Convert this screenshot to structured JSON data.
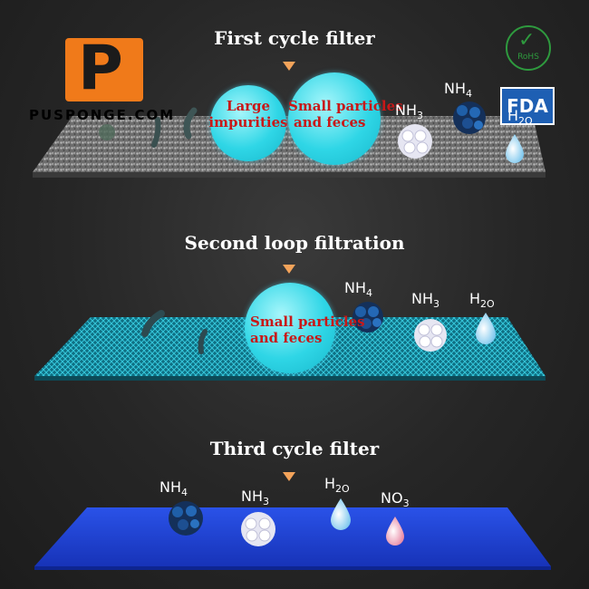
{
  "brand": {
    "logo_letter": "P",
    "watermark": "PUSPONGE.COM",
    "accent_color": "#f07a1a"
  },
  "badges": {
    "rohs": "RoHS",
    "fda": "FDA"
  },
  "stages": [
    {
      "title": "First cycle filter",
      "bubbles": [
        {
          "line1": "Large",
          "line2": "impurities"
        },
        {
          "line1": "Small particles",
          "line2": "and feces"
        }
      ],
      "chemicals": [
        "NH",
        "NH",
        "H"
      ],
      "chem_subs": [
        "4",
        "3",
        "2O"
      ],
      "plate_color": "#8a8a8a"
    },
    {
      "title": "Second loop filtration",
      "bubbles": [
        {
          "line1": "Small particles",
          "line2": "and feces"
        }
      ],
      "chemicals": [
        "NH",
        "NH",
        "H"
      ],
      "chem_subs": [
        "4",
        "3",
        "2O"
      ],
      "plate_color": "#1fa0b6"
    },
    {
      "title": "Third cycle filter",
      "chemicals": [
        "NH",
        "NH",
        "H",
        "NO"
      ],
      "chem_subs": [
        "4",
        "3",
        "2O",
        "3"
      ],
      "plate_color": "#1a3fd6"
    }
  ]
}
